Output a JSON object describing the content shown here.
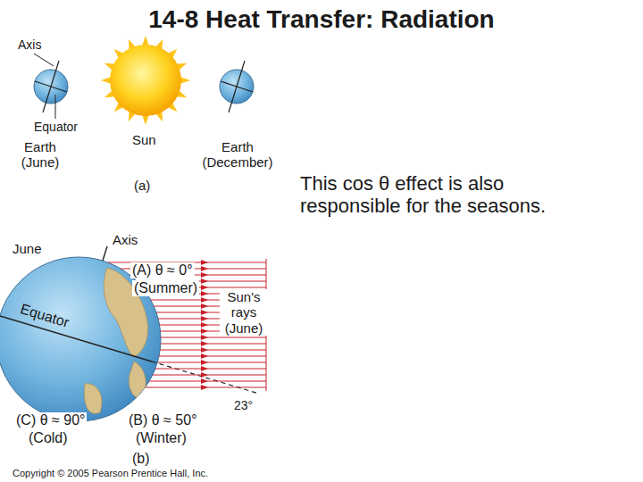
{
  "diagram": {
    "title": "14-8 Heat Transfer: Radiation",
    "labels": [
      "Axis",
      "Equator",
      "Earth (June)",
      "Sun",
      "Earth (December)",
      "(a)",
      "This cos θ effect is also responsible for the seasons.",
      "June",
      "Axis",
      "Equator",
      "(A) θ ≈ 0°",
      "(Summer)",
      "Sun's rays (June)",
      "23°",
      "(C) θ ≈ 90°",
      "(Cold)",
      "(B) θ ≈ 50°",
      "(Winter)",
      "(b)",
      "Copyright © 2005 Pearson Prentice Hall, Inc."
    ]
  }
}
